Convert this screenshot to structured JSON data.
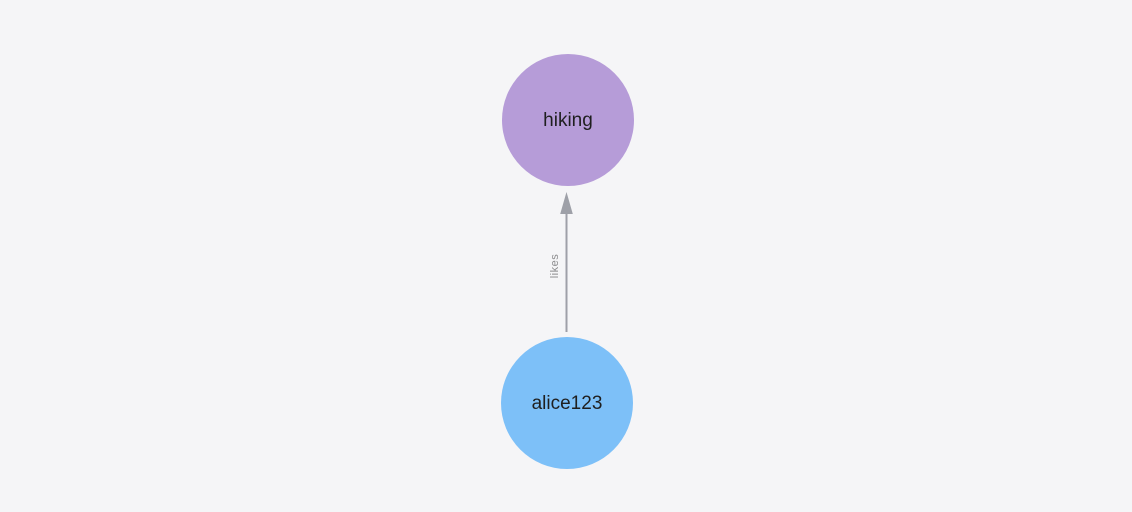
{
  "canvas": {
    "background": "#f5f5f7"
  },
  "graph": {
    "nodes": [
      {
        "id": "hiking",
        "label": "hiking",
        "fill": "#b69cd8",
        "label_color": "#1f1f1f"
      },
      {
        "id": "alice123",
        "label": "alice123",
        "fill": "#7dc0f8",
        "label_color": "#1f1f1f"
      }
    ],
    "edges": [
      {
        "label": "likes",
        "from": "alice123",
        "to": "hiking",
        "direction": "up",
        "stroke": "#9ea0a8",
        "label_color": "#8b8b8d"
      }
    ]
  }
}
